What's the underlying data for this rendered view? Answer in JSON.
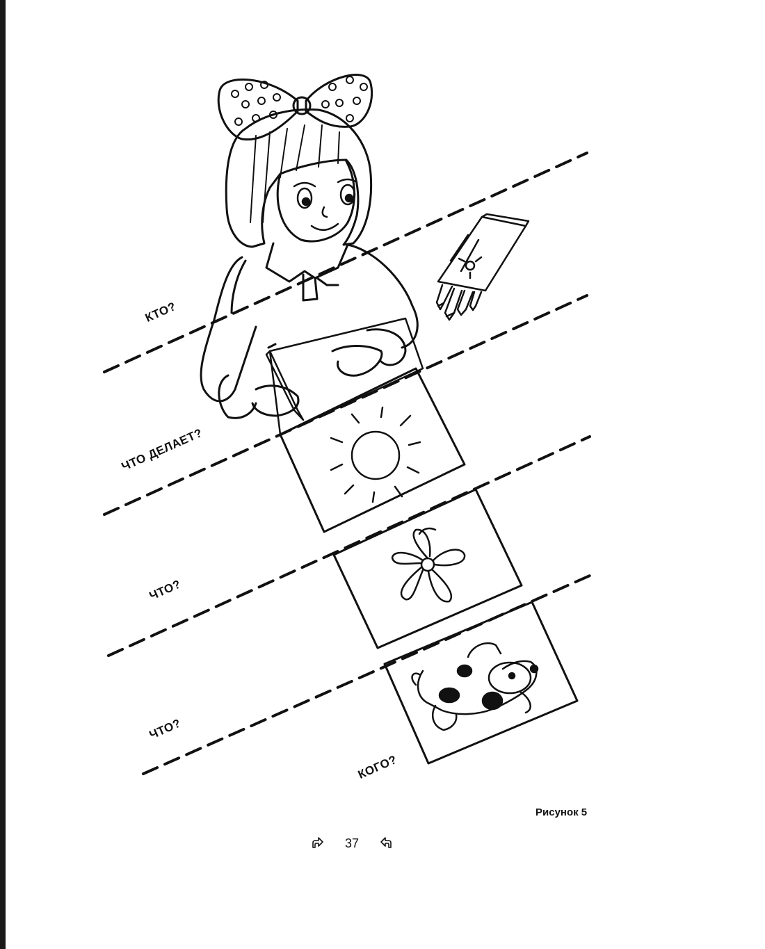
{
  "questions": {
    "who": "КТО?",
    "what_does": "ЧТО ДЕЛАЕТ?",
    "what_1": "ЧТО?",
    "what_2": "ЧТО?",
    "whom": "КОГО?"
  },
  "figure_caption": "Рисунок 5",
  "page_number": "37",
  "icons": {
    "prev": "arrow-prev-icon",
    "next": "arrow-next-icon"
  },
  "colors": {
    "ink": "#111111",
    "paper": "#ffffff",
    "edge": "#1a1a1a"
  }
}
